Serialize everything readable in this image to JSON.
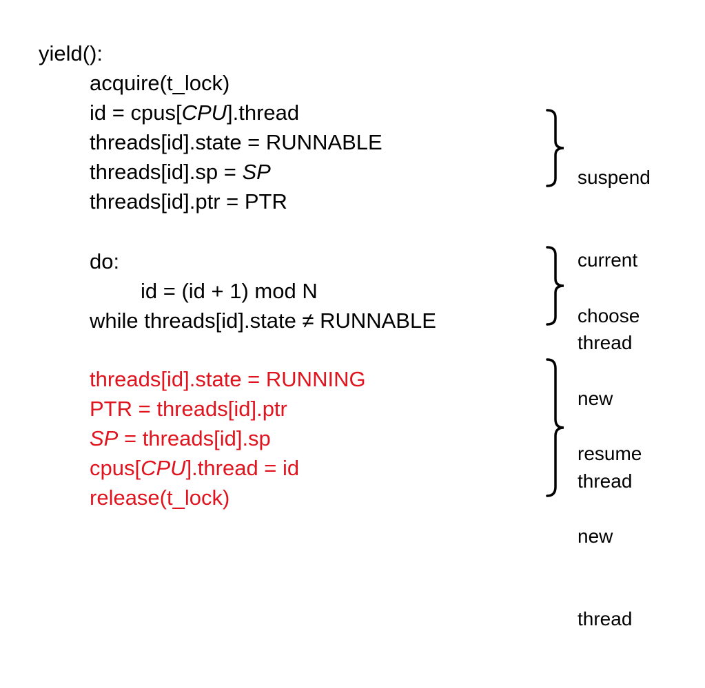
{
  "code": {
    "header": "yield():",
    "suspend": [
      [
        "acquire(t_lock)"
      ],
      [
        "id = cpus[",
        {
          "i": "CPU"
        },
        "].thread"
      ],
      [
        "threads[id].state = RUNNABLE"
      ],
      [
        "threads[id].sp = ",
        {
          "i": "SP"
        }
      ],
      [
        "threads[id].ptr = PTR"
      ]
    ],
    "choose": {
      "do": "do:",
      "body": "id = (id + 1) mod N",
      "while": "while threads[id].state ≠ RUNNABLE"
    },
    "resume": [
      [
        "threads[id].state = RUNNING"
      ],
      [
        "PTR = threads[id].ptr"
      ],
      [
        {
          "i": "SP"
        },
        " = threads[id].sp"
      ],
      [
        "cpus[",
        {
          "i": "CPU"
        },
        "].thread = id"
      ],
      [
        "release(t_lock)"
      ]
    ]
  },
  "annotations": {
    "suspend": [
      "suspend",
      "current",
      "thread"
    ],
    "choose": [
      "choose",
      "new",
      "thread"
    ],
    "resume": [
      "resume",
      "new",
      "thread"
    ]
  },
  "colors": {
    "text": "#000000",
    "highlight": "#e0141e"
  }
}
